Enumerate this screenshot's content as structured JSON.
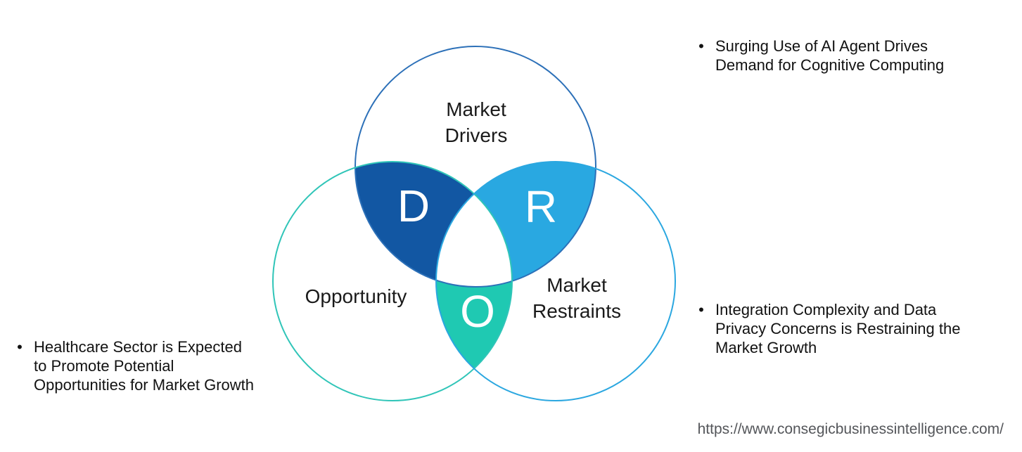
{
  "colors": {
    "region_d": "#1257A3",
    "region_r": "#29A8E1",
    "region_o": "#1FC9B2",
    "triple_center": "#FFFFFF",
    "outline_drivers": "#2C70B8",
    "outline_opportunity": "#30C5B8",
    "outline_restraints": "#2BA7E0",
    "letter_color": "#FFFFFF",
    "label_color": "#1A1A1A",
    "annotation_color": "#121212",
    "url_color": "#54565A"
  },
  "diagram": {
    "letters": {
      "d": "D",
      "r": "R",
      "o": "O"
    },
    "labels": {
      "drivers": {
        "line1": "Market",
        "line2": "Drivers"
      },
      "opportunity": "Opportunity",
      "restraints": {
        "line1": "Market",
        "line2": "Restraints"
      }
    }
  },
  "annotations": {
    "surging": {
      "bullet": "•",
      "line1": "Surging Use of AI Agent Drives",
      "line2": "Demand for Cognitive Computing"
    },
    "integration": {
      "bullet": "•",
      "line1": "Integration Complexity and Data",
      "line2": "Privacy Concerns is Restraining the",
      "line3": "Market Growth"
    },
    "healthcare": {
      "bullet": "•",
      "line1": "Healthcare Sector is Expected",
      "line2": "to Promote Potential",
      "line3": "Opportunities for Market Growth"
    }
  },
  "footer": {
    "url": "https://www.consegicbusinessintelligence.com/"
  }
}
